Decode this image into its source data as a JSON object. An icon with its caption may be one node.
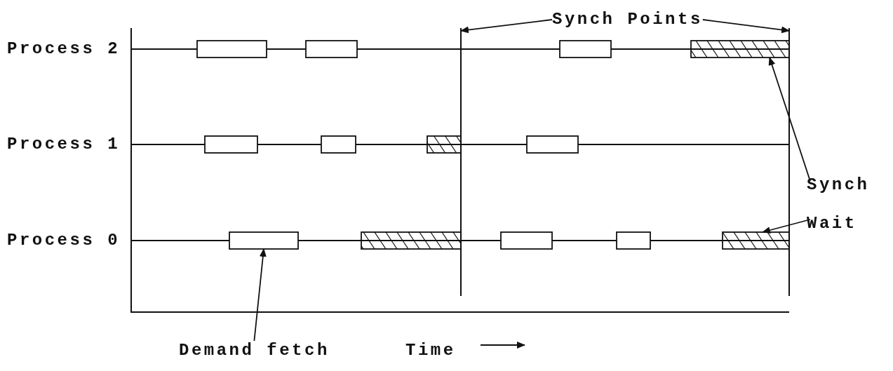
{
  "diagram": {
    "nodes": [
      {
        "text": [
          "Synch Points"
        ]
      },
      {
        "text": [],
        "shape": "bar"
      },
      {
        "text": [],
        "shape": "bar"
      },
      {
        "text": [],
        "shape": "box"
      },
      {
        "text": [],
        "shape": "box"
      },
      {
        "text": [],
        "shape": "box"
      },
      {
        "text": [],
        "shape": "box"
      },
      {
        "text": [],
        "shape": "box"
      },
      {
        "text": [],
        "shape": "box"
      },
      {
        "text": [],
        "shape": "box"
      },
      {
        "text": [],
        "shape": "box"
      },
      {
        "text": [],
        "shape": "box"
      },
      {
        "text": [],
        "shape": "box"
      },
      {
        "text": [],
        "shape": "box"
      },
      {
        "text": [],
        "shape": "box"
      },
      {
        "text": [],
        "shape": "box"
      },
      {
        "text": [
          "Synch Wait"
        ]
      },
      {
        "text": [
          "Demand fetch"
        ]
      }
    ],
    "edges": [
      {
        "from": 0,
        "to": 1,
        "arrow": "to"
      },
      {
        "from": 0,
        "to": 2,
        "arrow": "to"
      },
      {
        "from": 16,
        "to": 6,
        "arrow": "to"
      },
      {
        "from": 16,
        "to": 15,
        "arrow": "to"
      },
      {
        "from": 17,
        "to": 11,
        "arrow": "to"
      }
    ],
    "labels": [
      "Process 2",
      "Process 1",
      "Process 0",
      "Time"
    ]
  }
}
